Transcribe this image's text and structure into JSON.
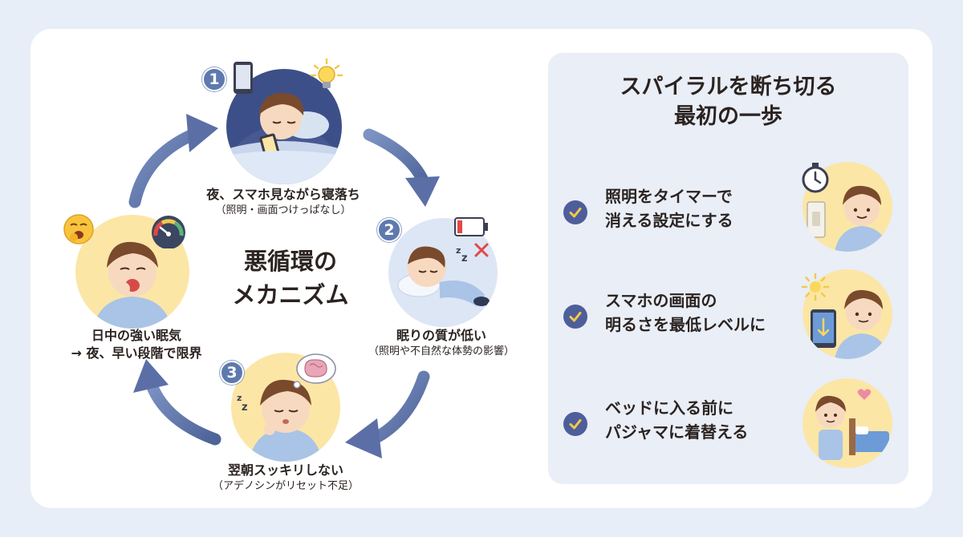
{
  "cycle": {
    "center_title_line1": "悪循環の",
    "center_title_line2": "メカニズム",
    "steps": [
      {
        "number": "1",
        "main": "夜、スマホ見ながら寝落ち",
        "sub": "（照明・画面つけっぱなし）"
      },
      {
        "number": "2",
        "main": "眠りの質が低い",
        "sub": "（照明や不自然な体勢の影響）"
      },
      {
        "number": "3",
        "main": "翌朝スッキリしない",
        "sub": "（アデノシンがリセット不足）"
      },
      {
        "number": "",
        "main": "日中の強い眠気",
        "sub": "→ 夜、早い段階で限界"
      }
    ]
  },
  "panel": {
    "title_line1": "スパイラルを断ち切る",
    "title_line2": "最初の一歩",
    "items": [
      {
        "line1": "照明をタイマーで",
        "line2": "消える設定にする"
      },
      {
        "line1": "スマホの画面の",
        "line2": "明るさを最低レベルに"
      },
      {
        "line1": "ベッドに入る前に",
        "line2": "パジャマに着替える"
      }
    ]
  },
  "icons": [
    "phone-icon",
    "lightbulb-icon",
    "battery-low-icon",
    "x-mark-icon",
    "zzz-icon",
    "brain-thought-icon",
    "yawn-emoji-icon",
    "gauge-icon",
    "check-icon",
    "timer-icon",
    "light-switch-icon",
    "sun-icon",
    "tablet-icon",
    "bed-icon",
    "heart-icon"
  ],
  "colors": {
    "accent_blue": "#5e79ad",
    "check_navy": "#4d5e9a",
    "panel_bg": "#e9eef7",
    "page_bg": "#e8eef7",
    "warm_yellow": "#fbe6a6"
  }
}
